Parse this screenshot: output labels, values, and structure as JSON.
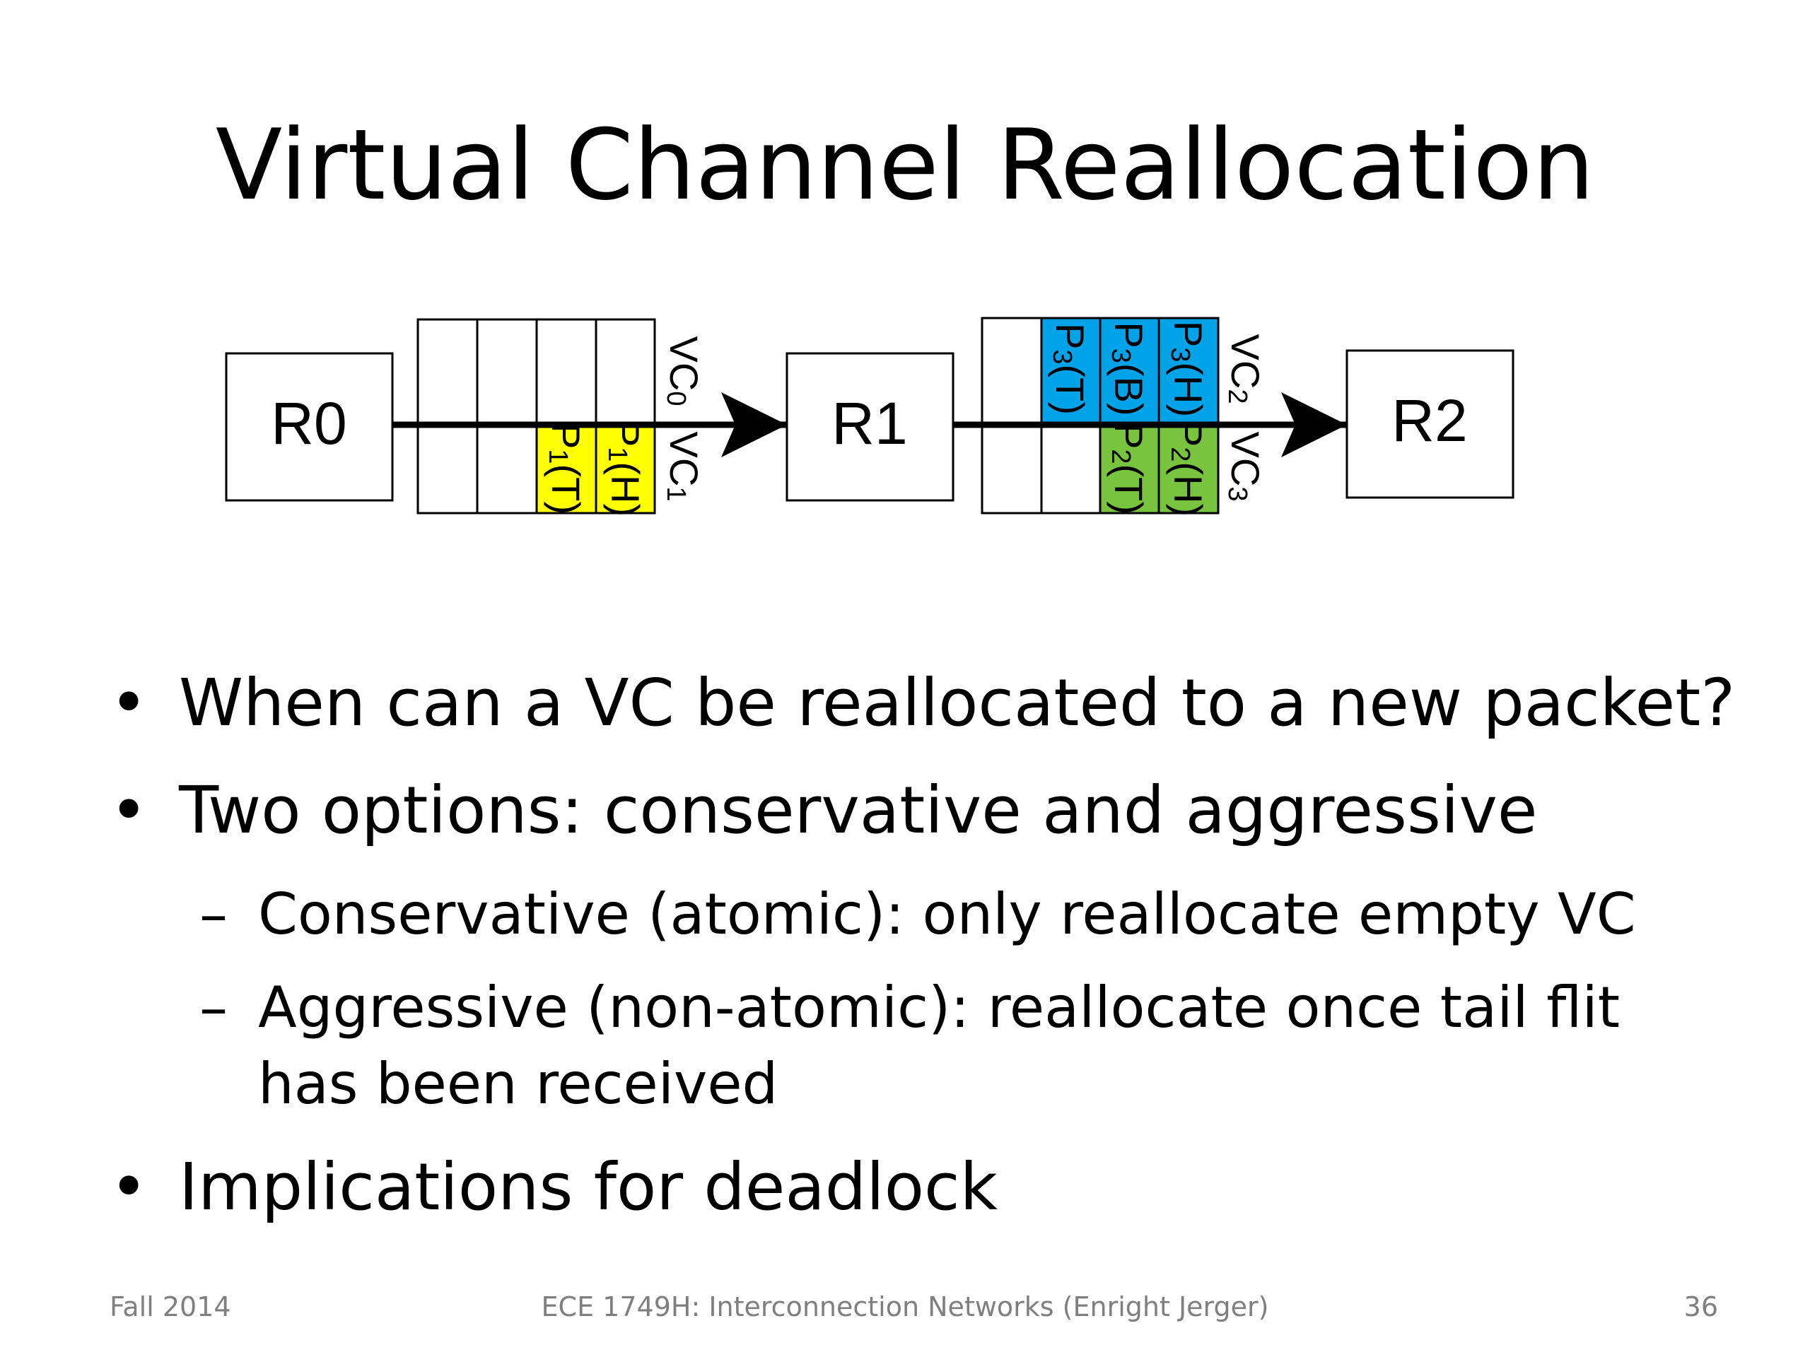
{
  "slide": {
    "title": "Virtual Channel Reallocation",
    "diagram": {
      "routers": [
        "R0",
        "R1",
        "R2"
      ],
      "vc_labels": {
        "vc0": "VC0",
        "vc1": "VC1",
        "vc2": "VC2",
        "vc3": "VC3"
      },
      "flits": {
        "p1_tail": "P1(T)",
        "p1_head": "P1(H)",
        "p3_tail": "P3(T)",
        "p3_body": "P3(B)",
        "p3_head": "P3(H)",
        "p2_tail": "P2(T)",
        "p2_head": "P2(H)"
      },
      "colors": {
        "packet1": "#ffff00",
        "packet3": "#00a2e8",
        "packet2": "#78c43e"
      }
    },
    "bullets": [
      {
        "text": "When can a VC be reallocated to a new packet?"
      },
      {
        "text": "Two options: conservative and aggressive",
        "sub": [
          "Conservative (atomic): only reallocate empty VC",
          "Aggressive (non-atomic): reallocate once tail flit has been received"
        ]
      },
      {
        "text": "Implications for deadlock"
      }
    ],
    "bullet_glyph": "•",
    "sub_glyph": "–"
  },
  "footer": {
    "left": "Fall 2014",
    "center": "ECE 1749H: Interconnection Networks (Enright Jerger)",
    "page": "36"
  }
}
